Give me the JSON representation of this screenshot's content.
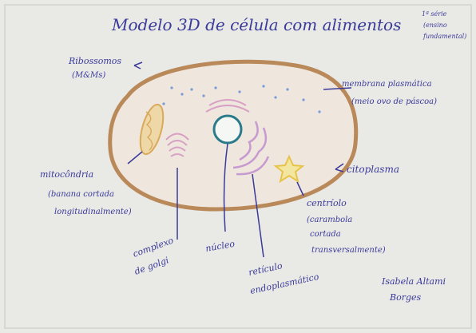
{
  "photo": {
    "title": "Modelo 3D de célula com alimentos",
    "corner_note": [
      "1ª série",
      "(ensino",
      "fundamental)"
    ],
    "labels": {
      "ribossomos": [
        "Ribossomos",
        "(M&Ms)"
      ],
      "membrana": [
        "membrana plasmática",
        "(meio ovo de páscoa)"
      ],
      "citoplasma": "citoplasma",
      "mitocondria": [
        "mitocôndria",
        "(banana cortada",
        "longitudinalmente)"
      ],
      "centriolo": [
        "centríolo",
        "(carambola",
        "cortada",
        "transversalmente)"
      ],
      "golgi": [
        "complexo",
        "de golgi"
      ],
      "nucleo": "núcleo",
      "reticulo": [
        "retículo",
        "endoplasmático"
      ]
    },
    "signature": [
      "Isabela Altami",
      "Borges"
    ]
  },
  "colors": {
    "paper": "#e9e9e6",
    "ink": "#3a3a9a",
    "membrane": "#b9895a",
    "mitochondria": "#d9a95a",
    "golgi": "#d8a0c4",
    "er": "#c79ad0",
    "centriole": "#e6c44a",
    "nucleus": "#2a7a8a"
  }
}
